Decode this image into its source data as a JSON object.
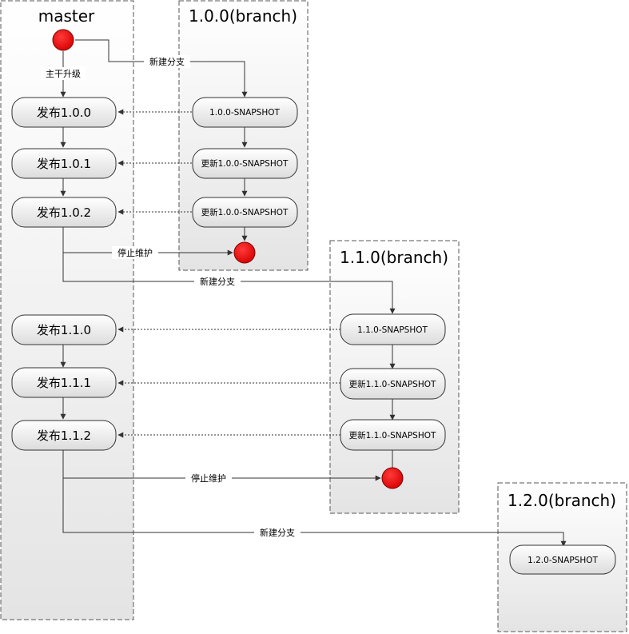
{
  "lanes": {
    "master": {
      "title": "master"
    },
    "b100": {
      "title": "1.0.0(branch)"
    },
    "b110": {
      "title": "1.1.0(branch)"
    },
    "b120": {
      "title": "1.2.0(branch)"
    }
  },
  "nodes": {
    "m100": "发布1.0.0",
    "m101": "发布1.0.1",
    "m102": "发布1.0.2",
    "m110": "发布1.1.0",
    "m111": "发布1.1.1",
    "m112": "发布1.1.2",
    "b100_s1": "1.0.0-SNAPSHOT",
    "b100_s2": "更新1.0.0-SNAPSHOT",
    "b100_s3": "更新1.0.0-SNAPSHOT",
    "b110_s1": "1.1.0-SNAPSHOT",
    "b110_s2": "更新1.1.0-SNAPSHOT",
    "b110_s3": "更新1.1.0-SNAPSHOT",
    "b120_s1": "1.2.0-SNAPSHOT"
  },
  "edge_labels": {
    "trunk_upgrade": "主干升级",
    "branch_100": "新建分支",
    "stop_100": "停止维护",
    "branch_110": "新建分支",
    "stop_110": "停止维护",
    "branch_120": "新建分支"
  },
  "colors": {
    "lane_border": "#555555",
    "lane_fill_top": "#ffffff",
    "lane_fill_bottom": "#e4e4e4",
    "node_fill_top": "#ffffff",
    "node_fill_bottom": "#dcdcdc",
    "node_stroke": "#333333",
    "terminal_fill": "#ee0000",
    "terminal_stroke": "#7a0000",
    "edge": "#333333"
  }
}
